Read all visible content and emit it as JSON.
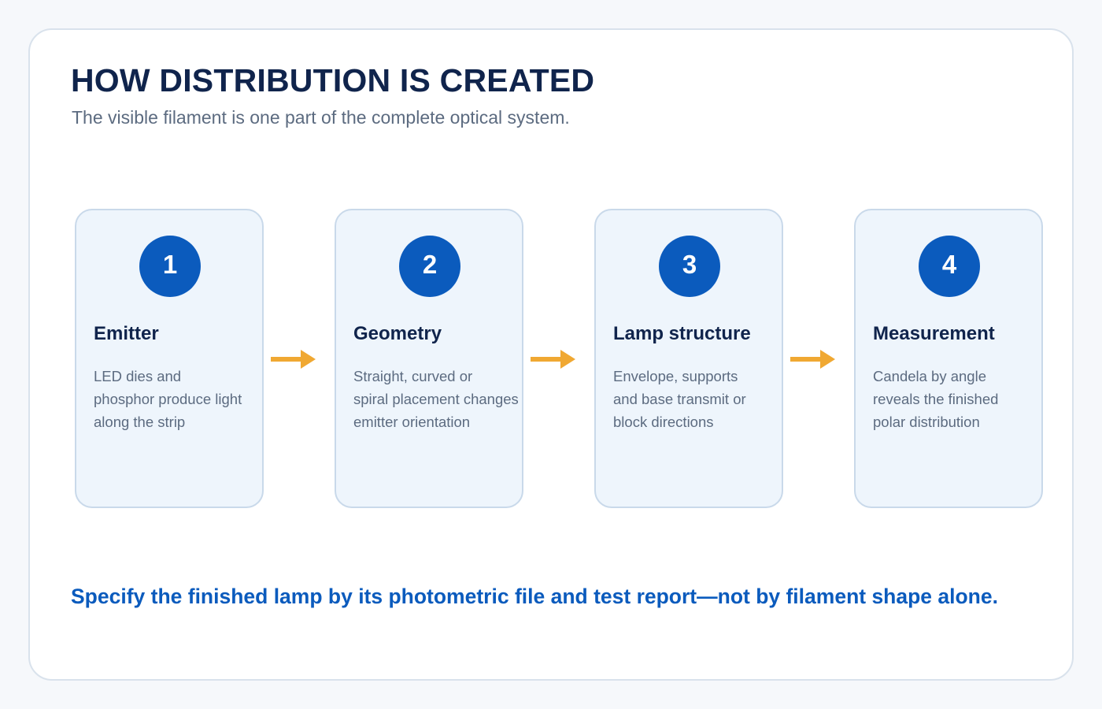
{
  "header": {
    "title": "HOW DISTRIBUTION IS CREATED",
    "subtitle": "The visible filament is one part of the complete optical system."
  },
  "steps": [
    {
      "number": "1",
      "title": "Emitter",
      "lines": [
        "LED dies and",
        "phosphor produce light",
        "along the strip"
      ]
    },
    {
      "number": "2",
      "title": "Geometry",
      "lines": [
        "Straight, curved or",
        "spiral placement changes",
        "emitter orientation"
      ]
    },
    {
      "number": "3",
      "title": "Lamp structure",
      "lines": [
        "Envelope, supports",
        "and base transmit or",
        "block directions"
      ]
    },
    {
      "number": "4",
      "title": "Measurement",
      "lines": [
        "Candela by angle",
        "reveals the finished",
        "polar distribution"
      ]
    }
  ],
  "footer": {
    "note": "Specify the finished lamp by its photometric file and test report—not by filament shape alone."
  },
  "colors": {
    "accent": "#0b5bbd",
    "arrow": "#f0a832",
    "title": "#10244c",
    "muted": "#5c6b80",
    "step_bg": "#eef5fc",
    "step_border": "#c9d9ea"
  }
}
